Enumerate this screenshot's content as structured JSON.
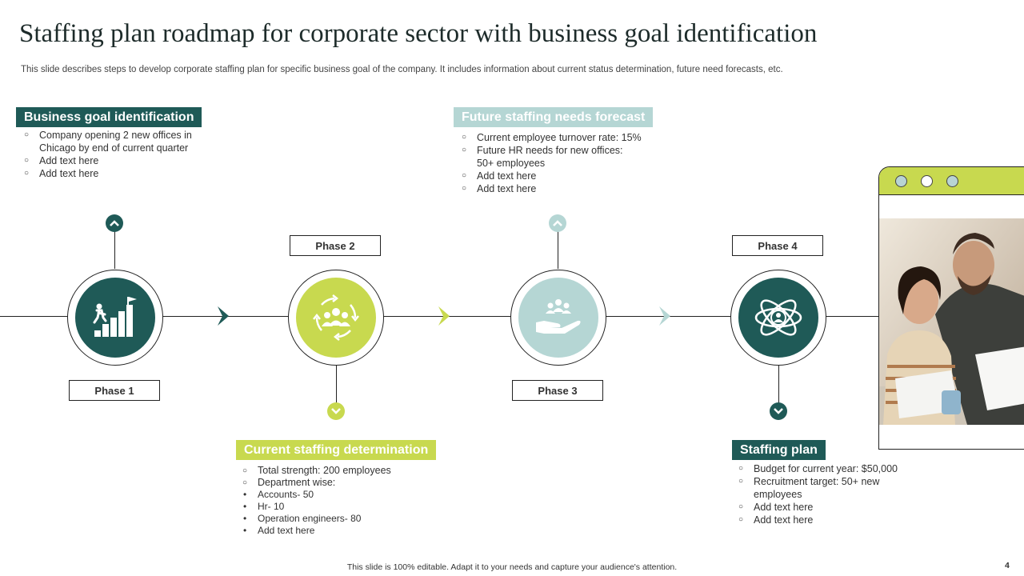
{
  "title": "Staffing plan roadmap for corporate sector with business goal identification",
  "subtitle": "This slide describes steps to develop corporate staffing plan for specific business goal of the company. It includes information about current status determination, future need forecasts, etc.",
  "colors": {
    "dark_teal": "#1f5a57",
    "lime": "#c8d94f",
    "light_teal": "#b5d6d4"
  },
  "phases": [
    {
      "label": "Phase 1",
      "icon": "stairs-flag-icon"
    },
    {
      "label": "Phase 2",
      "icon": "team-cycle-icon"
    },
    {
      "label": "Phase 3",
      "icon": "hand-team-icon"
    },
    {
      "label": "Phase 4",
      "icon": "atom-person-icon"
    }
  ],
  "sections": {
    "business_goal": {
      "title": "Business goal identification",
      "items": [
        "Company opening 2 new offices in",
        "Chicago by end of current quarter",
        "Add text here",
        "Add text here"
      ]
    },
    "current_staffing": {
      "title": "Current staffing determination",
      "items": [
        "Total strength: 200 employees",
        "Department wise:",
        "Accounts- 50",
        "Hr- 10",
        "Operation engineers- 80",
        "Add text here"
      ]
    },
    "future_forecast": {
      "title": "Future staffing needs forecast",
      "items": [
        "Current employee turnover rate: 15%",
        "Future HR needs for new offices:",
        "50+ employees",
        "Add text here",
        "Add text here"
      ]
    },
    "staffing_plan": {
      "title": "Staffing plan",
      "items": [
        "Budget for current year: $50,000",
        "Recruitment target: 50+ new",
        "employees",
        "Add text here",
        "Add text here"
      ]
    }
  },
  "footer": "This slide is 100% editable. Adapt it to your needs and capture your audience's attention.",
  "page_number": "4"
}
